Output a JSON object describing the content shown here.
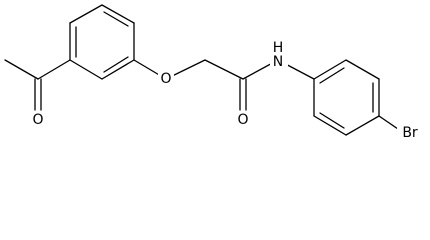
{
  "molecule": {
    "atoms": {
      "ketone_oxygen": "O",
      "ether_oxygen": "O",
      "amide_oxygen": "O",
      "amide_nitrogen": "N",
      "amide_hydrogen": "H",
      "bromine": "Br"
    },
    "colors": {
      "bond": "#000000",
      "label": "#000000",
      "background": "#ffffff"
    }
  }
}
